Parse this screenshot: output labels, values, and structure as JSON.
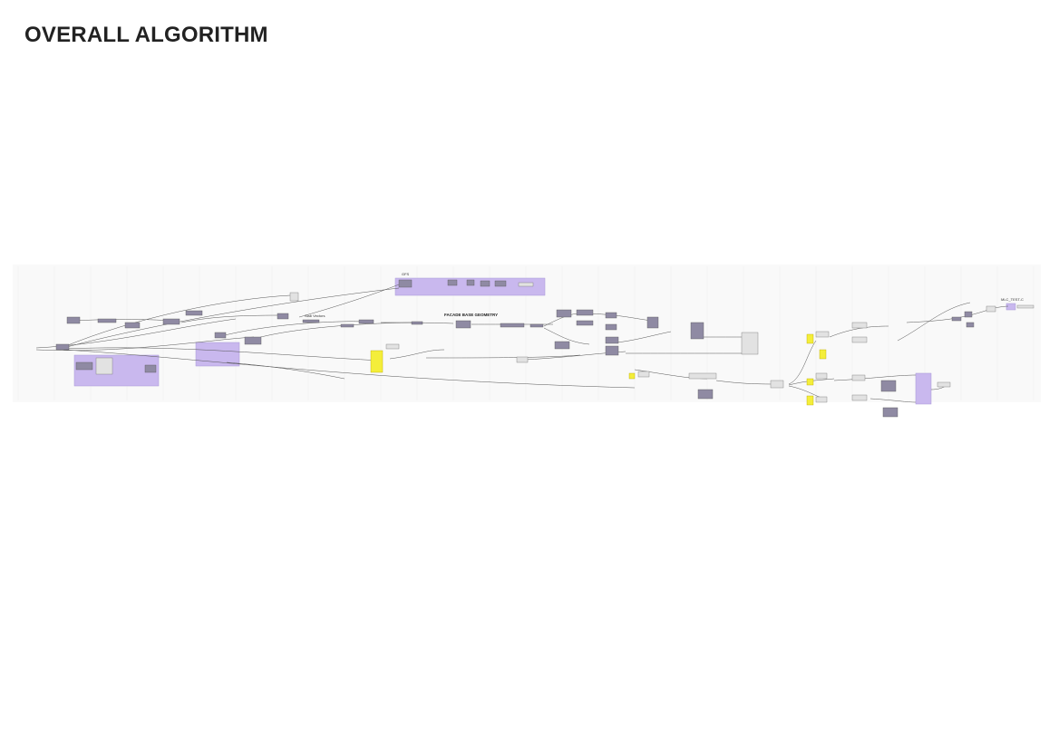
{
  "title": "OVERALL ALGORITHM",
  "groups": {
    "top_group_label": "GFS",
    "facade_label": "FACADE BASE GEOMETRY",
    "slab_label": "Slab Vectors",
    "right_label": "MLC_TEST-C"
  },
  "colors": {
    "background": "#ffffff",
    "canvas": "#f7f7f7",
    "group_fill": "#c9b8ee",
    "component": "#8f8aa3",
    "panel": "#dcdcdc",
    "yellow_panel": "#f4ee3a",
    "wire": "#555555"
  }
}
